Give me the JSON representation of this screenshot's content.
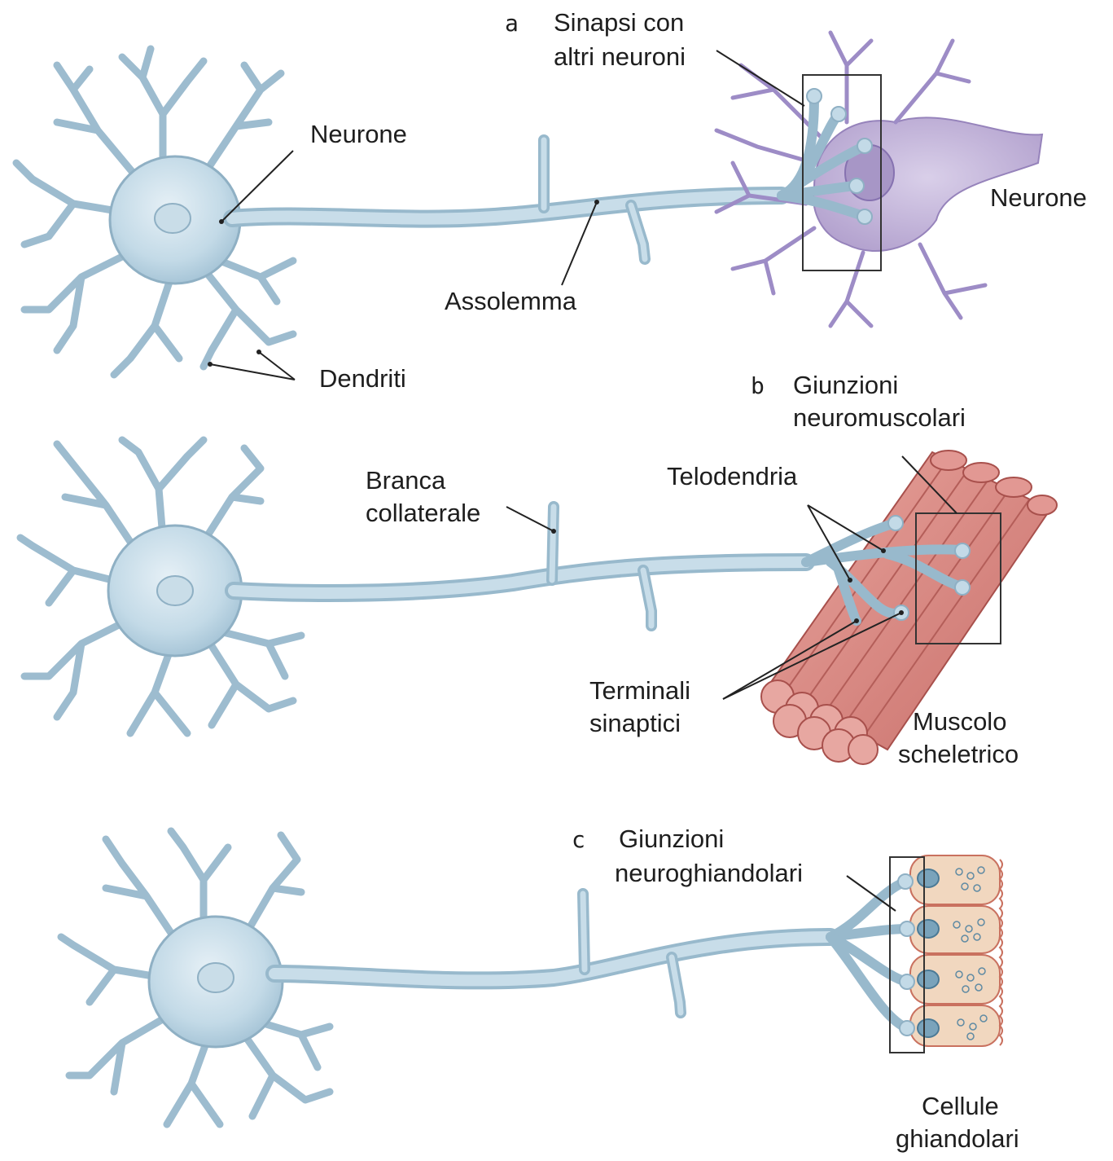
{
  "panels": {
    "a": {
      "letter": "a",
      "title_line1": "Sinapsi con",
      "title_line2": "altri neuroni",
      "label_neurone_left": "Neurone",
      "label_neurone_right": "Neurone",
      "label_assolemma": "Assolemma",
      "label_dendriti": "Dendriti"
    },
    "b": {
      "letter": "b",
      "title_line1": "Giunzioni",
      "title_line2": "neuromuscolari",
      "label_branca_line1": "Branca",
      "label_branca_line2": "collaterale",
      "label_telodendria": "Telodendria",
      "label_terminali_line1": "Terminali",
      "label_terminali_line2": "sinaptici",
      "label_muscolo_line1": "Muscolo",
      "label_muscolo_line2": "scheletrico"
    },
    "c": {
      "letter": "c",
      "title_line1": "Giunzioni",
      "title_line2": "neuroghiandolari",
      "label_cellule_line1": "Cellule",
      "label_cellule_line2": "ghiandolari"
    }
  },
  "colors": {
    "neuron_blue": "#bcd6e4",
    "neuron_outline": "#8fb0c4",
    "neuron_purple": "#b9a9d2",
    "muscle_red": "#d98b86",
    "gland_tan": "#f1d7bf"
  }
}
